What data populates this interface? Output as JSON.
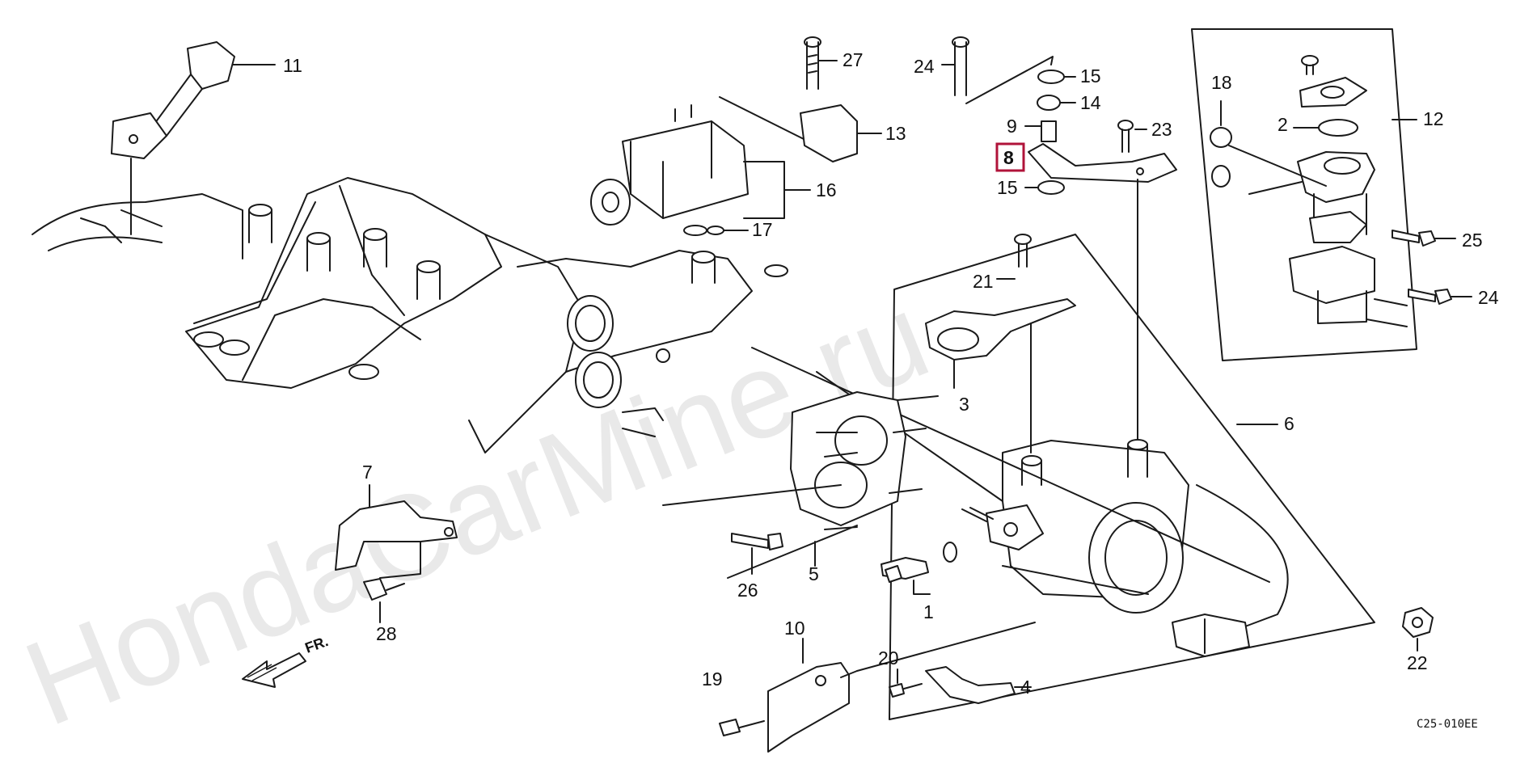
{
  "diagram": {
    "code": "C25-010EE",
    "watermark": "HondaCarMine.ru",
    "front_marker": "FR.",
    "highlighted_part": "8",
    "callouts": {
      "c11": "11",
      "c27": "27",
      "c13": "13",
      "c16": "16",
      "c17": "17",
      "c24a": "24",
      "c15a": "15",
      "c14": "14",
      "c9": "9",
      "c23": "23",
      "c8": "8",
      "c15b": "15",
      "c18": "18",
      "c2": "2",
      "c12": "12",
      "c25": "25",
      "c24b": "24",
      "c21": "21",
      "c3": "3",
      "c6": "6",
      "c7": "7",
      "c26": "26",
      "c5": "5",
      "c1": "1",
      "c28": "28",
      "c10": "10",
      "c20": "20",
      "c4": "4",
      "c19": "19",
      "c22": "22"
    }
  }
}
